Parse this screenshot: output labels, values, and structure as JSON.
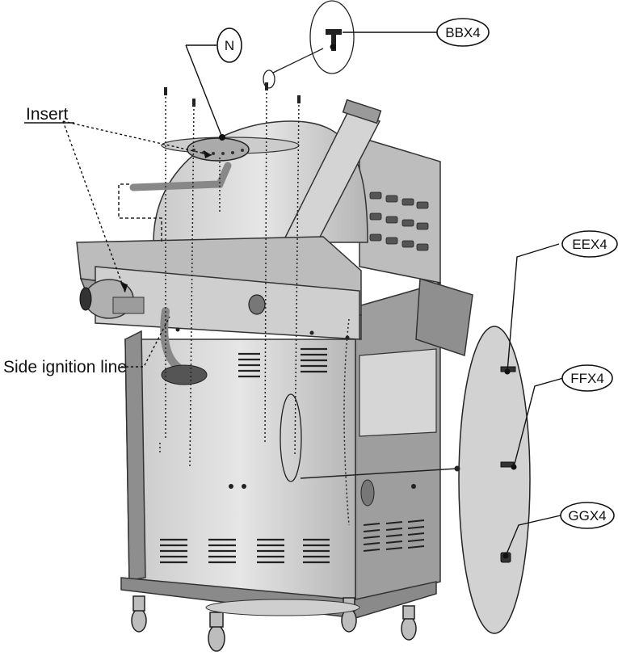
{
  "labels": {
    "insert": "Insert",
    "side_ignition_line": "Side ignition line"
  },
  "callouts": {
    "n": "N",
    "bb": "BBX4",
    "ee": "EEX4",
    "ff": "FFX4",
    "gg": "GGX4"
  }
}
